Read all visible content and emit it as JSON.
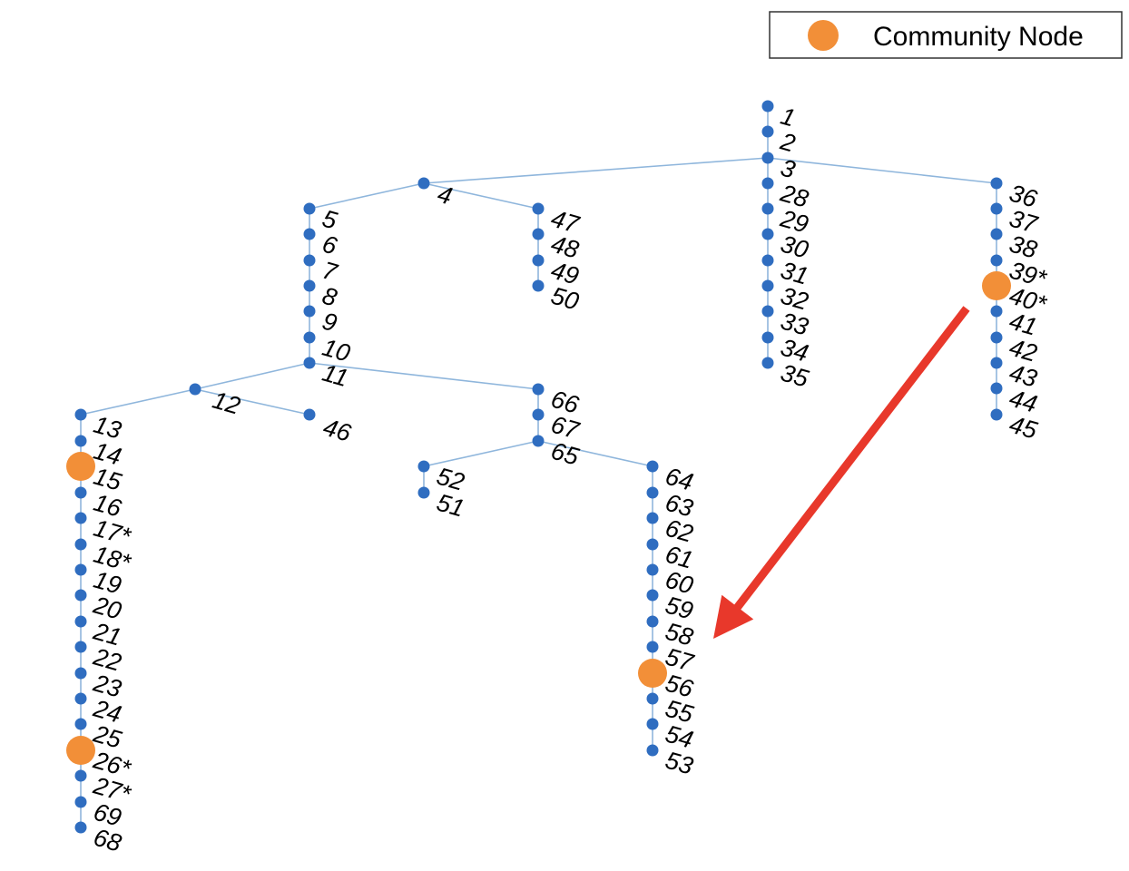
{
  "legend": {
    "label": "Community Node",
    "marker_color": "#f28f38"
  },
  "colors": {
    "node": "#2f6dc0",
    "edge": "#8fb6dc",
    "community": "#f28f38",
    "arrow": "#e8382b"
  },
  "nodes": [
    {
      "id": "1",
      "label": "1"
    },
    {
      "id": "2",
      "label": "2"
    },
    {
      "id": "3",
      "label": "3"
    },
    {
      "id": "4",
      "label": "4"
    },
    {
      "id": "5",
      "label": "5"
    },
    {
      "id": "6",
      "label": "6"
    },
    {
      "id": "7",
      "label": "7"
    },
    {
      "id": "8",
      "label": "8"
    },
    {
      "id": "9",
      "label": "9"
    },
    {
      "id": "10",
      "label": "10"
    },
    {
      "id": "11",
      "label": "11"
    },
    {
      "id": "12",
      "label": "12"
    },
    {
      "id": "13",
      "label": "13"
    },
    {
      "id": "14",
      "label": "14"
    },
    {
      "id": "15",
      "label": "15",
      "community": true
    },
    {
      "id": "16",
      "label": "16"
    },
    {
      "id": "17",
      "label": "17*"
    },
    {
      "id": "18",
      "label": "18*"
    },
    {
      "id": "19",
      "label": "19"
    },
    {
      "id": "20",
      "label": "20"
    },
    {
      "id": "21",
      "label": "21"
    },
    {
      "id": "22",
      "label": "22"
    },
    {
      "id": "23",
      "label": "23"
    },
    {
      "id": "24",
      "label": "24"
    },
    {
      "id": "25",
      "label": "25"
    },
    {
      "id": "26",
      "label": "26*",
      "community": true
    },
    {
      "id": "27",
      "label": "27*"
    },
    {
      "id": "69",
      "label": "69"
    },
    {
      "id": "68",
      "label": "68"
    },
    {
      "id": "28",
      "label": "28"
    },
    {
      "id": "29",
      "label": "29"
    },
    {
      "id": "30",
      "label": "30"
    },
    {
      "id": "31",
      "label": "31"
    },
    {
      "id": "32",
      "label": "32"
    },
    {
      "id": "33",
      "label": "33"
    },
    {
      "id": "34",
      "label": "34"
    },
    {
      "id": "35",
      "label": "35"
    },
    {
      "id": "36",
      "label": "36"
    },
    {
      "id": "37",
      "label": "37"
    },
    {
      "id": "38",
      "label": "38"
    },
    {
      "id": "39",
      "label": "39*"
    },
    {
      "id": "40",
      "label": "40*",
      "community": true
    },
    {
      "id": "41",
      "label": "41"
    },
    {
      "id": "42",
      "label": "42"
    },
    {
      "id": "43",
      "label": "43"
    },
    {
      "id": "44",
      "label": "44"
    },
    {
      "id": "45",
      "label": "45"
    },
    {
      "id": "46",
      "label": "46"
    },
    {
      "id": "47",
      "label": "47"
    },
    {
      "id": "48",
      "label": "48"
    },
    {
      "id": "49",
      "label": "49"
    },
    {
      "id": "50",
      "label": "50"
    },
    {
      "id": "66",
      "label": "66"
    },
    {
      "id": "67",
      "label": "67"
    },
    {
      "id": "65",
      "label": "65"
    },
    {
      "id": "52",
      "label": "52"
    },
    {
      "id": "51",
      "label": "51"
    },
    {
      "id": "64",
      "label": "64"
    },
    {
      "id": "63",
      "label": "63"
    },
    {
      "id": "62",
      "label": "62"
    },
    {
      "id": "61",
      "label": "61"
    },
    {
      "id": "60",
      "label": "60"
    },
    {
      "id": "59",
      "label": "59"
    },
    {
      "id": "58",
      "label": "58"
    },
    {
      "id": "57",
      "label": "57"
    },
    {
      "id": "56",
      "label": "56",
      "community": true
    },
    {
      "id": "55",
      "label": "55"
    },
    {
      "id": "54",
      "label": "54"
    },
    {
      "id": "53",
      "label": "53"
    }
  ],
  "edges": [
    [
      "1",
      "2"
    ],
    [
      "2",
      "3"
    ],
    [
      "3",
      "4"
    ],
    [
      "3",
      "28"
    ],
    [
      "3",
      "36"
    ],
    [
      "28",
      "29"
    ],
    [
      "29",
      "30"
    ],
    [
      "30",
      "31"
    ],
    [
      "31",
      "32"
    ],
    [
      "32",
      "33"
    ],
    [
      "33",
      "34"
    ],
    [
      "34",
      "35"
    ],
    [
      "36",
      "37"
    ],
    [
      "37",
      "38"
    ],
    [
      "38",
      "39"
    ],
    [
      "39",
      "40"
    ],
    [
      "40",
      "41"
    ],
    [
      "41",
      "42"
    ],
    [
      "42",
      "43"
    ],
    [
      "43",
      "44"
    ],
    [
      "44",
      "45"
    ],
    [
      "4",
      "5"
    ],
    [
      "4",
      "47"
    ],
    [
      "47",
      "48"
    ],
    [
      "48",
      "49"
    ],
    [
      "49",
      "50"
    ],
    [
      "5",
      "6"
    ],
    [
      "6",
      "7"
    ],
    [
      "7",
      "8"
    ],
    [
      "8",
      "9"
    ],
    [
      "9",
      "10"
    ],
    [
      "10",
      "11"
    ],
    [
      "11",
      "12"
    ],
    [
      "11",
      "66"
    ],
    [
      "12",
      "13"
    ],
    [
      "12",
      "46"
    ],
    [
      "13",
      "14"
    ],
    [
      "14",
      "15"
    ],
    [
      "15",
      "16"
    ],
    [
      "16",
      "17"
    ],
    [
      "17",
      "18"
    ],
    [
      "18",
      "19"
    ],
    [
      "19",
      "20"
    ],
    [
      "20",
      "21"
    ],
    [
      "21",
      "22"
    ],
    [
      "22",
      "23"
    ],
    [
      "23",
      "24"
    ],
    [
      "24",
      "25"
    ],
    [
      "25",
      "26"
    ],
    [
      "26",
      "27"
    ],
    [
      "27",
      "69"
    ],
    [
      "69",
      "68"
    ],
    [
      "66",
      "67"
    ],
    [
      "67",
      "65"
    ],
    [
      "65",
      "52"
    ],
    [
      "65",
      "64"
    ],
    [
      "52",
      "51"
    ],
    [
      "64",
      "63"
    ],
    [
      "63",
      "62"
    ],
    [
      "62",
      "61"
    ],
    [
      "61",
      "60"
    ],
    [
      "60",
      "59"
    ],
    [
      "59",
      "58"
    ],
    [
      "58",
      "57"
    ],
    [
      "57",
      "56"
    ],
    [
      "56",
      "55"
    ],
    [
      "55",
      "54"
    ],
    [
      "54",
      "53"
    ]
  ],
  "arrow": {
    "from": "40",
    "to": "56"
  }
}
